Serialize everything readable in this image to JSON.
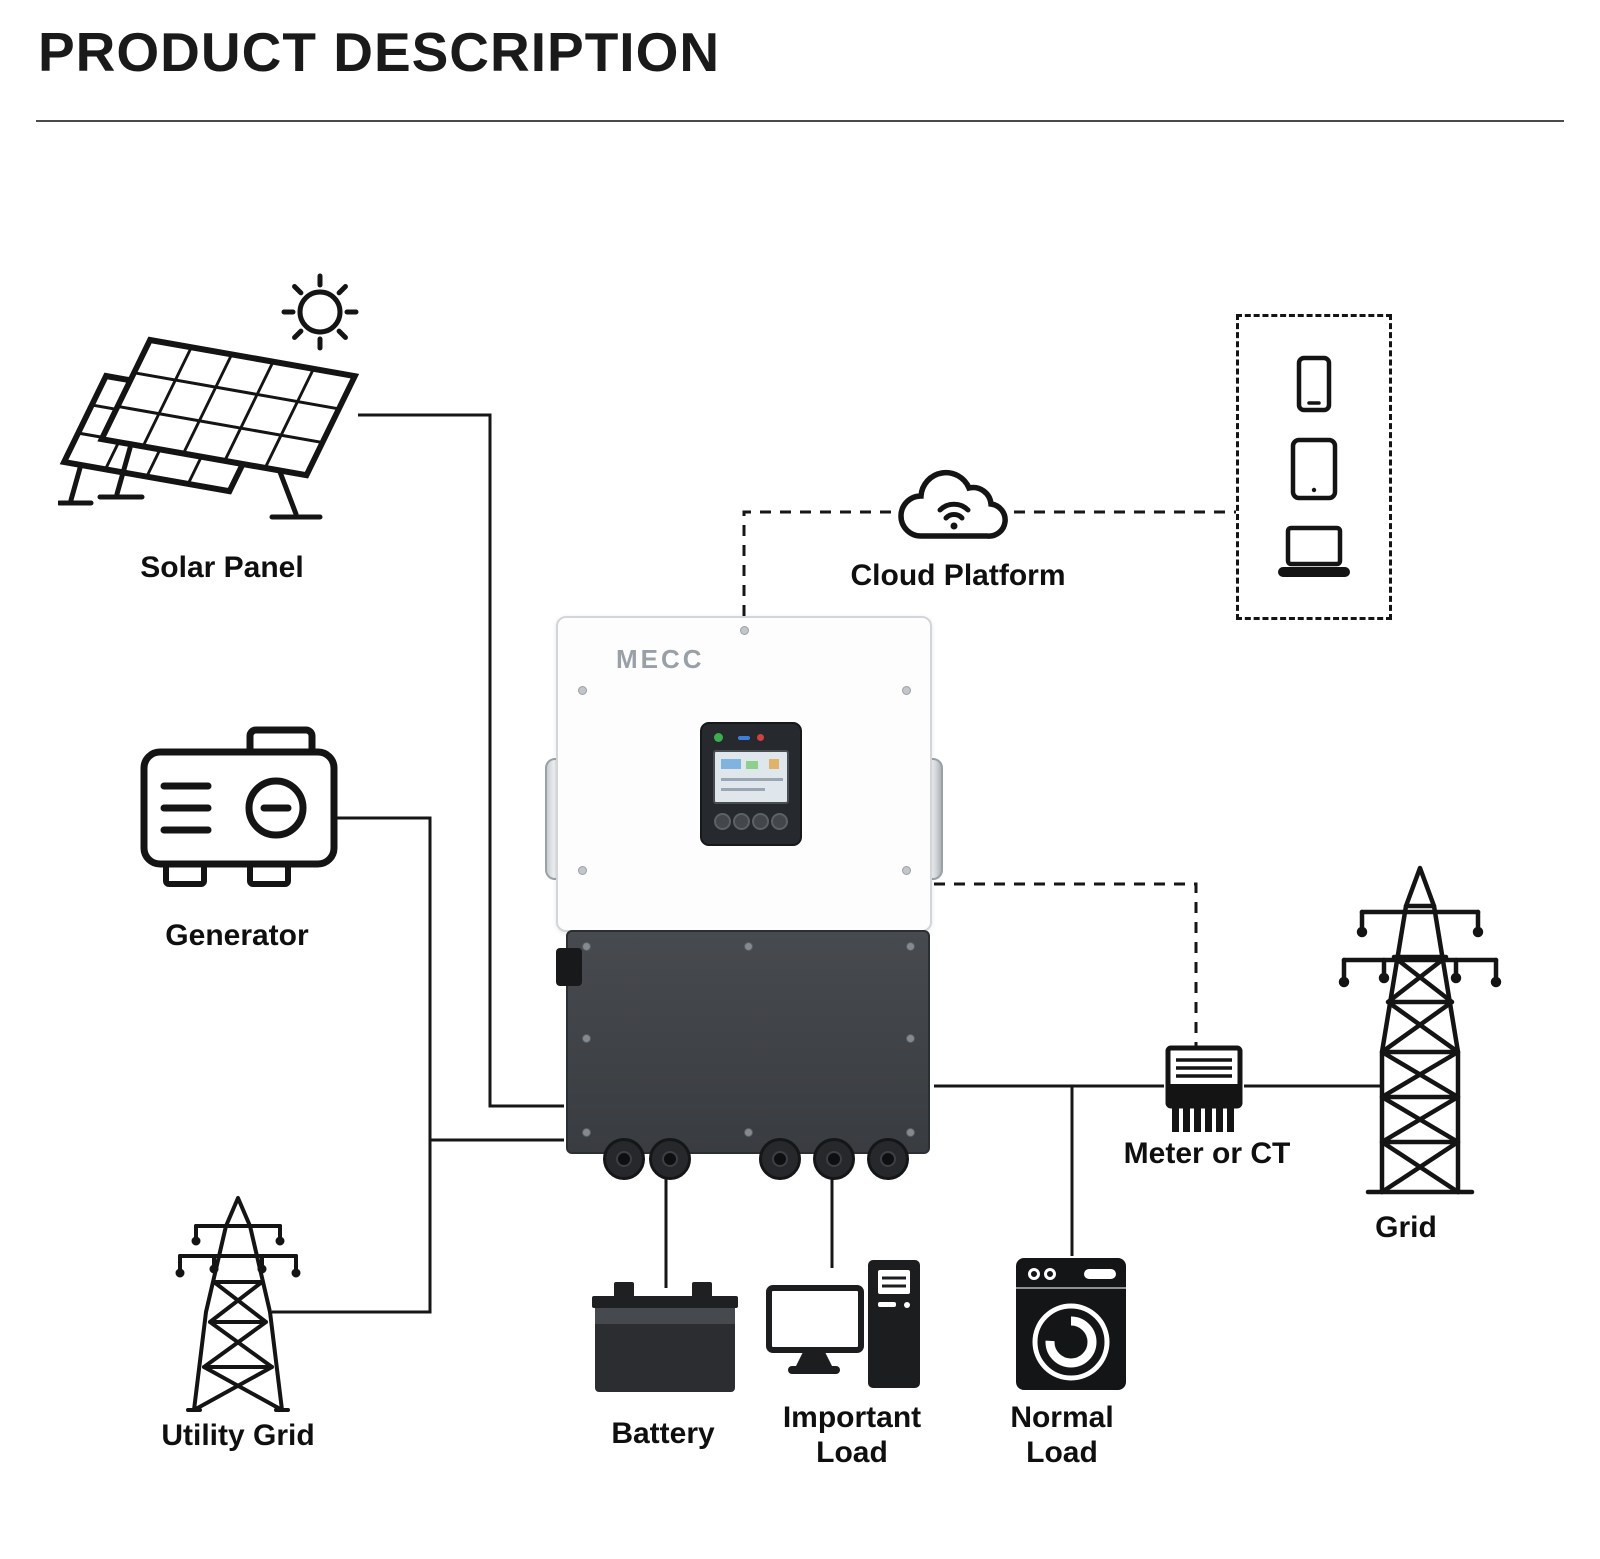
{
  "page": {
    "title": "PRODUCT DESCRIPTION"
  },
  "inverter": {
    "brand": "MECC"
  },
  "nodes": {
    "solar_panel": {
      "label": "Solar Panel"
    },
    "generator": {
      "label": "Generator"
    },
    "utility_grid": {
      "label": "Utility Grid"
    },
    "cloud_platform": {
      "label": "Cloud Platform"
    },
    "devices": {
      "icons": [
        "smartphone-icon",
        "tablet-icon",
        "laptop-icon"
      ]
    },
    "meter": {
      "label": "Meter or CT"
    },
    "grid": {
      "label": "Grid"
    },
    "battery": {
      "label": "Battery"
    },
    "important_load": {
      "label": "Important Load"
    },
    "normal_load": {
      "label": "Normal Load"
    }
  },
  "colors": {
    "ink": "#161616",
    "inverter_body": "#fdfdfd",
    "inverter_base": "#3f4246",
    "brand_gray": "#99a0a7",
    "led_green": "#3cae4e",
    "led_blue": "#3f7fd9",
    "led_red": "#d34040"
  }
}
